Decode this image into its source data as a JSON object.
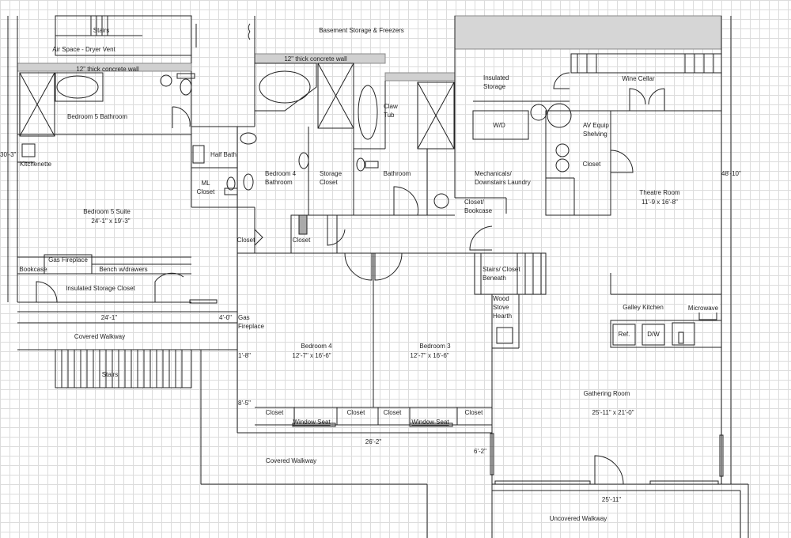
{
  "rooms": {
    "stairs_top": "Stairs",
    "air_space": "Air Space - Dryer Vent",
    "basement_storage": "Basement Storage & Freezers",
    "concrete_wall_left": "12\" thick concrete wall",
    "concrete_wall_mid": "12\" thick concrete wall",
    "insulated_storage": "Insulated Storage",
    "wine_cellar": "Wine Cellar",
    "bedroom5_bathroom": "Bedroom 5 Bathroom",
    "claw_tub": "Claw Tub",
    "wd": "W/D",
    "av_equip": "AV Equip Shelving",
    "half_bath": "Half Bath",
    "kitchenette": "Kitchenette",
    "bedroom4_bathroom": "Bedroom 4 Bathroom",
    "storage_closet": "Storage Closet",
    "bathroom": "Bathroom",
    "mechanicals": "Mechanicals/ Downstairs Laundry",
    "closet_av": "Closet",
    "theatre_room": "Theatre Room",
    "ml_closet": "ML Closet",
    "bedroom5_suite": "Bedroom 5 Suite",
    "closet_bookcase": "Closet/ Bookcase",
    "closet_hall": "Closet",
    "closet_b4": "Closet",
    "gas_fireplace_b5": "Gas Fireplace",
    "bookcase": "Bookcase",
    "bench": "Bench w/drawers",
    "stairs_closet": "Stairs/ Closet Beneath",
    "insulated_storage_closet": "Insulated Storage Closet",
    "wood_stove": "Wood Stove Hearth",
    "galley_kitchen": "Galley Kitchen",
    "microwave": "Microwave",
    "gas_fireplace_hall": "Gas Fireplace",
    "covered_walkway_left": "Covered Walkway",
    "bedroom4": "Bedroom 4",
    "bedroom3": "Bedroom 3",
    "ref": "Ref.",
    "dw": "D/W",
    "stairs_bottom": "Stairs",
    "gathering_room": "Gathering Room",
    "closet_b4_1": "Closet",
    "closet_b4_2": "Closet",
    "closet_b3_1": "Closet",
    "closet_b3_2": "Closet",
    "window_seat_1": "Window Seat",
    "window_seat_2": "Window Seat",
    "covered_walkway_bottom": "Covered Walkway",
    "uncovered_walkway": "Uncovered Walkway"
  },
  "dimensions": {
    "left_height": "30'-3\"",
    "right_height": "48'-10\"",
    "theatre_size": "11'-9 x 16'-8\"",
    "bedroom5_size": "24'-1\" x 19'-3\"",
    "walkway_width": "24'-1\"",
    "hall_width": "4'-0\"",
    "hall_gap": "1'-8\"",
    "bedroom4_size": "12'-7\" x 16'-6\"",
    "bedroom3_size": "12'-7\" x 16'-6\"",
    "closet_depth": "8'-5\"",
    "gathering_size": "25'-11\" x 21'-0\"",
    "bedrooms_width": "26'-2\"",
    "stub": "6'-2\"",
    "gathering_width": "25'-11\""
  }
}
